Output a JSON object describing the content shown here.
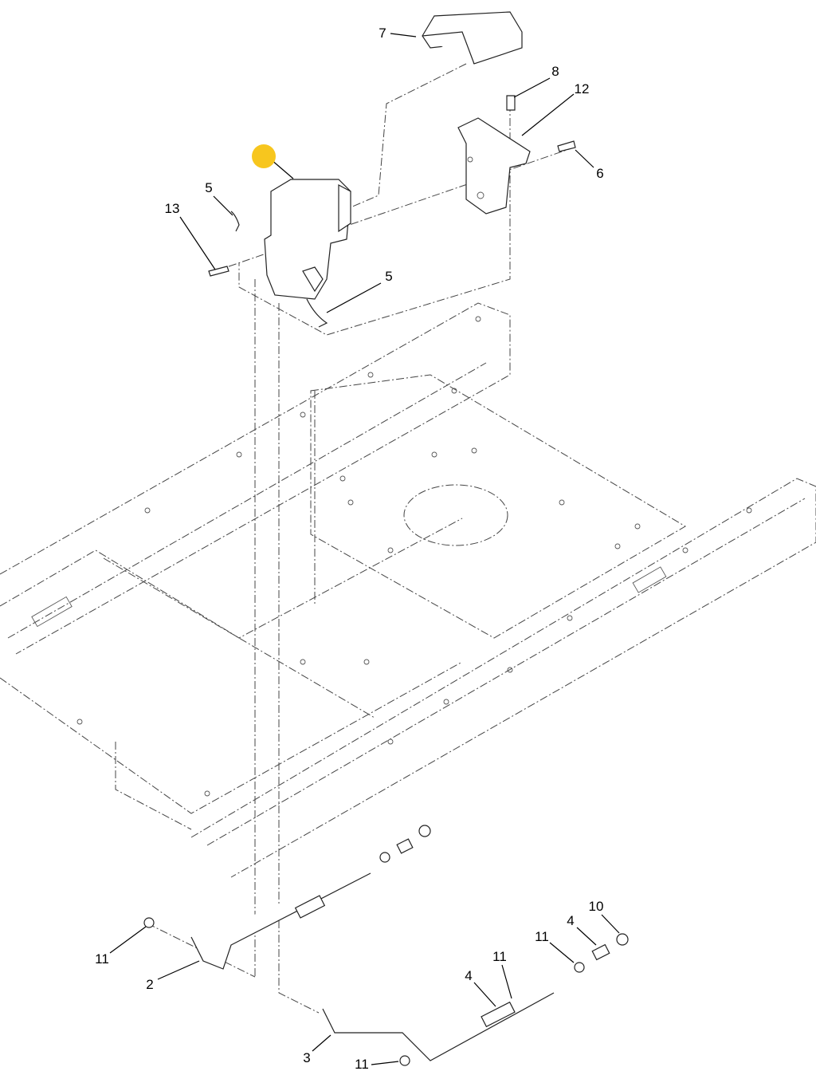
{
  "diagram": {
    "highlight_color": "#F7C61E",
    "callouts": [
      {
        "id": "c7",
        "label": "7"
      },
      {
        "id": "c8",
        "label": "8"
      },
      {
        "id": "c12",
        "label": "12"
      },
      {
        "id": "c6",
        "label": "6"
      },
      {
        "id": "c5a",
        "label": "5"
      },
      {
        "id": "c13",
        "label": "13"
      },
      {
        "id": "c5b",
        "label": "5"
      },
      {
        "id": "c11a",
        "label": "11"
      },
      {
        "id": "c2",
        "label": "2"
      },
      {
        "id": "c3",
        "label": "3"
      },
      {
        "id": "c11b",
        "label": "11"
      },
      {
        "id": "c4a",
        "label": "4"
      },
      {
        "id": "c11c",
        "label": "11"
      },
      {
        "id": "c11d",
        "label": "11"
      },
      {
        "id": "c4b",
        "label": "4"
      },
      {
        "id": "c10",
        "label": "10"
      }
    ]
  }
}
